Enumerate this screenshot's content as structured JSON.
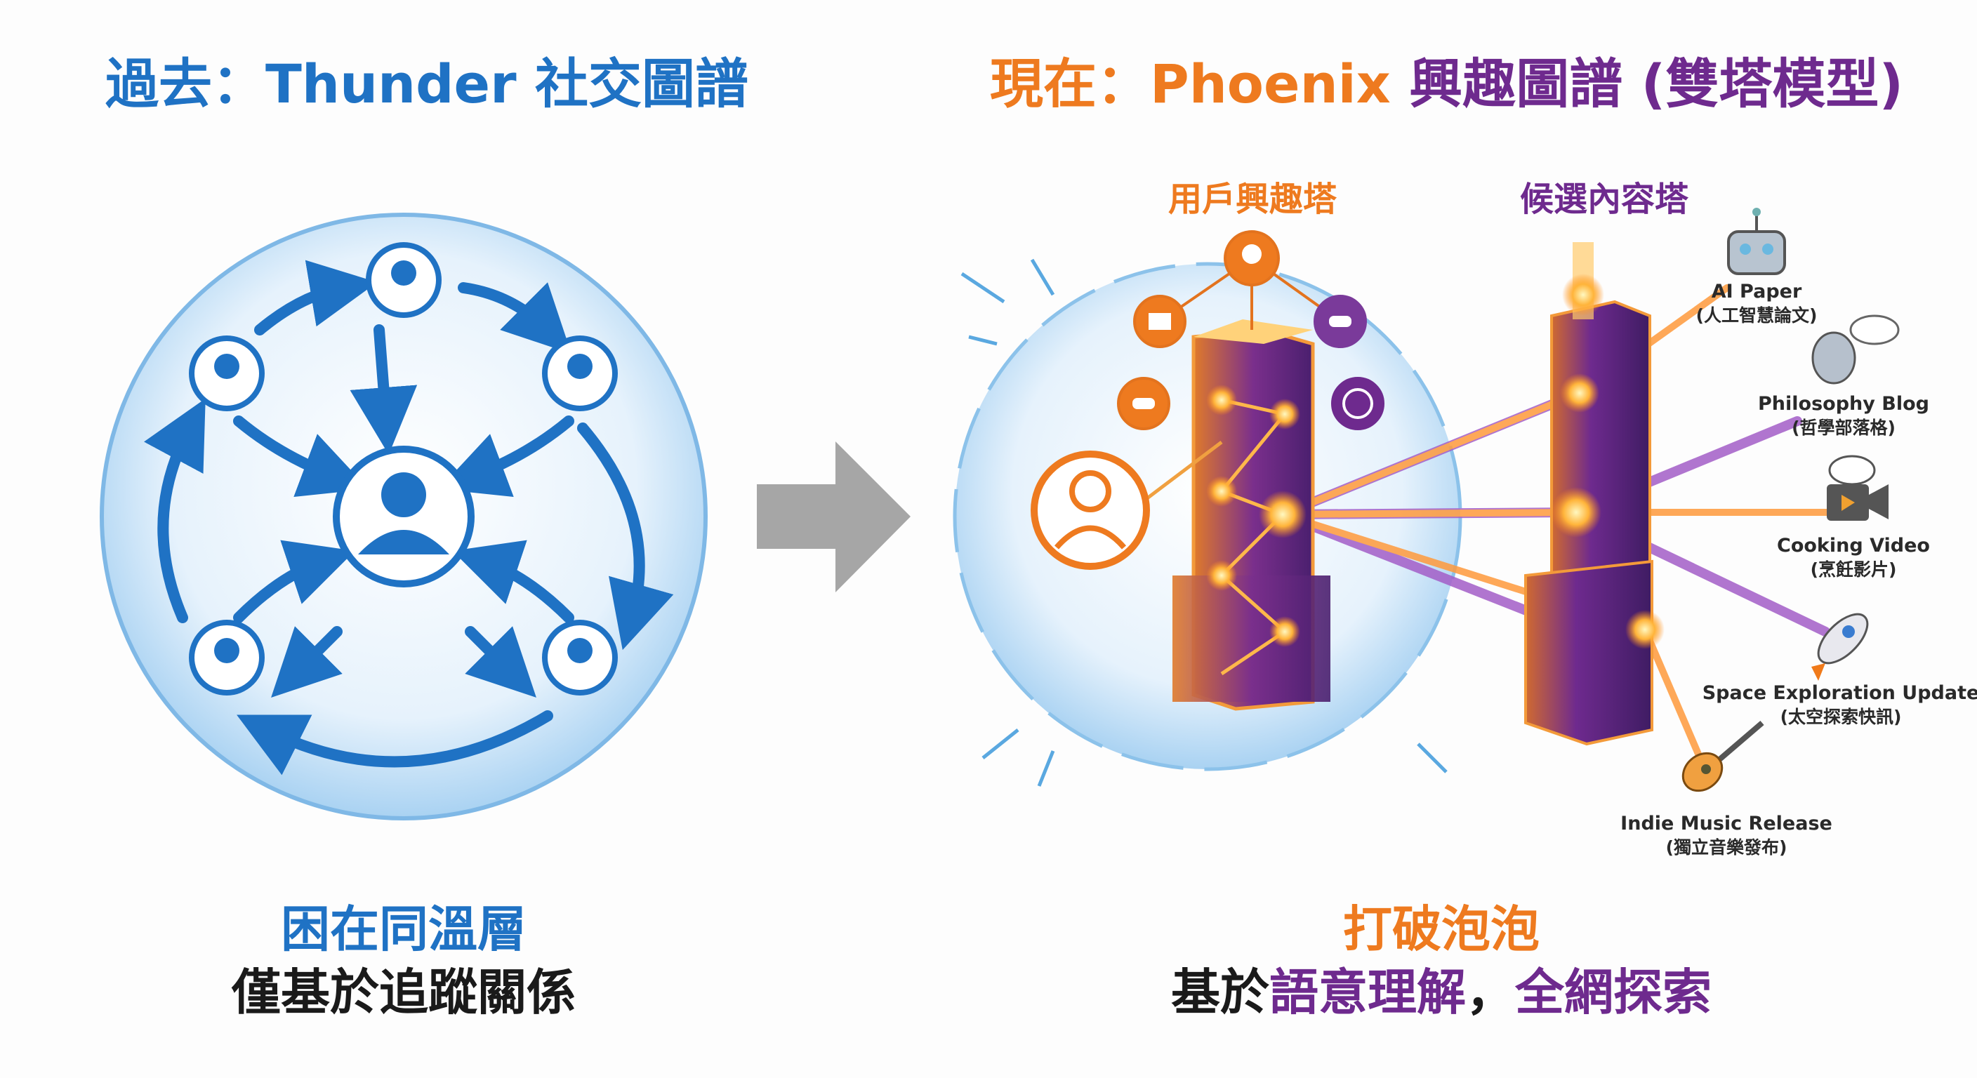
{
  "left": {
    "title_prefix": "過去：",
    "title_brand": "Thunder",
    "title_suffix": " 社交圖譜",
    "caption_main": "困在同溫層",
    "caption_sub": "僅基於追蹤關係"
  },
  "right": {
    "title_prefix": "現在：",
    "title_brand": "Phoenix",
    "title_suffix": " 興趣圖譜 (雙塔模型)",
    "user_tower_label": "用戶興趣塔",
    "content_tower_label": "候選內容塔",
    "caption_main": "打破泡泡",
    "caption_sub_1": "基於",
    "caption_sub_2": "語意理解",
    "caption_sub_3": "，",
    "caption_sub_4": "全網探索",
    "items": [
      {
        "en": "AI Paper",
        "zh": "(人工智慧論文)",
        "icon": "robot-icon"
      },
      {
        "en": "Philosophy Blog",
        "zh": "(哲學部落格)",
        "icon": "philosopher-icon"
      },
      {
        "en": "Cooking Video",
        "zh": "(烹飪影片)",
        "icon": "chef-camera-icon"
      },
      {
        "en": "Space Exploration Update",
        "zh": "(太空探索快訊)",
        "icon": "rocket-icon"
      },
      {
        "en": "Indie Music Release",
        "zh": "(獨立音樂發布)",
        "icon": "guitar-icon"
      }
    ]
  },
  "colors": {
    "blue": "#1f72c4",
    "orange": "#ee7a1f",
    "purple": "#6e2a8e",
    "gray": "#a6a6a6"
  }
}
